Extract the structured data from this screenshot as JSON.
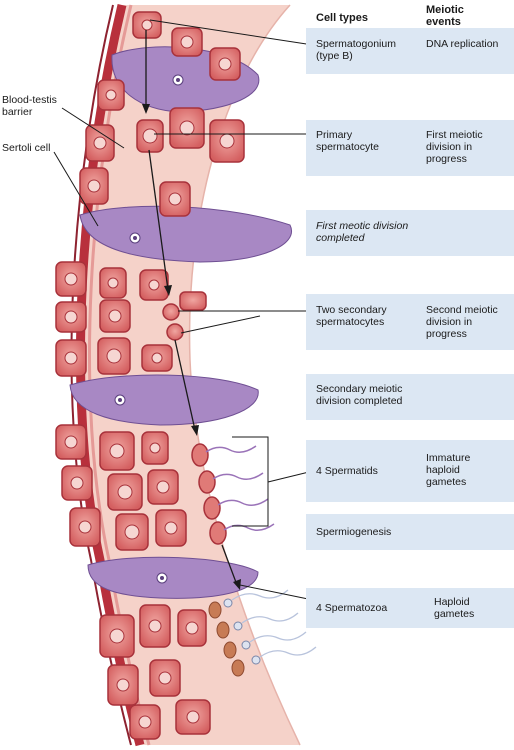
{
  "headers": {
    "cell_types": "Cell types",
    "meiotic_events": "Meiotic events"
  },
  "side_labels": {
    "barrier": "Blood-testis barrier",
    "sertoli": "Sertoli cell"
  },
  "rows": [
    {
      "cell": "Spermatogonium (type B)",
      "event": "DNA replication"
    },
    {
      "cell": "Primary spermatocyte",
      "event": "First meiotic division in progress"
    },
    {
      "cell": "First meotic division completed",
      "event": ""
    },
    {
      "cell": "Two secondary spermatocytes",
      "event": "Second meiotic division in progress"
    },
    {
      "cell": "Secondary meiotic division completed",
      "event": ""
    },
    {
      "cell": "4 Spermatids",
      "event": "Immature haploid gametes"
    },
    {
      "cell": "Spermiogenesis",
      "event": ""
    },
    {
      "cell": "4 Spermatozoa",
      "event": "Haploid gametes"
    }
  ],
  "colors": {
    "tubule": "#f3cbc2",
    "wall": "#b8303c",
    "cell_fill": "#e07a77",
    "cell_edge": "#a8323b",
    "sertoli": "#a888c4",
    "row_bg": "#dce7f3"
  }
}
